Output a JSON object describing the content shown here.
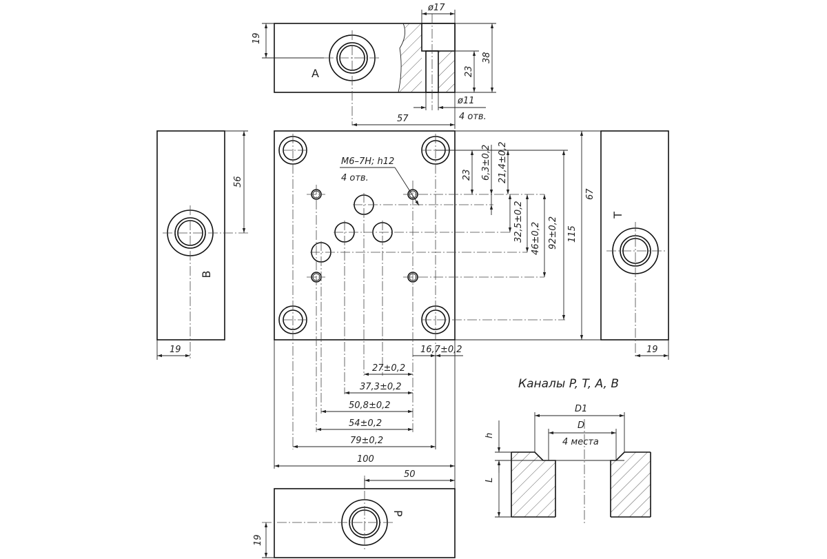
{
  "views": {
    "top": {
      "letter": "A",
      "dim_left": "19",
      "dim_bore_top": "ø17",
      "dim_depth": "23",
      "dim_height": "38",
      "dim_bore_bottom": "ø11",
      "dim_holes_note": "4 отв.",
      "dim_offset": "57"
    },
    "left": {
      "letter": "B",
      "dim_height": "56",
      "dim_bottom": "19"
    },
    "right": {
      "letter": "T",
      "dim_height": "67",
      "dim_bottom": "19"
    },
    "bottom": {
      "letter": "P",
      "dim_left": "19",
      "dim_top": "50"
    }
  },
  "main": {
    "thread_note": "M6–7H; h12",
    "thread_count": "4 отв.",
    "dims_right": [
      "23",
      "6,3±0,2",
      "21,4±0,2",
      "32,5±0,2",
      "46±0,2",
      "92±0,2",
      "115"
    ],
    "dims_bottom": [
      "16,7±0,2",
      "27±0,2",
      "37,3±0,2",
      "50,8±0,2",
      "54±0,2",
      "79±0,2",
      "100"
    ]
  },
  "detail": {
    "title": "Каналы P, T, A, B",
    "d1": "D1",
    "d": "D",
    "places": "4 места",
    "h": "h",
    "l": "L"
  }
}
